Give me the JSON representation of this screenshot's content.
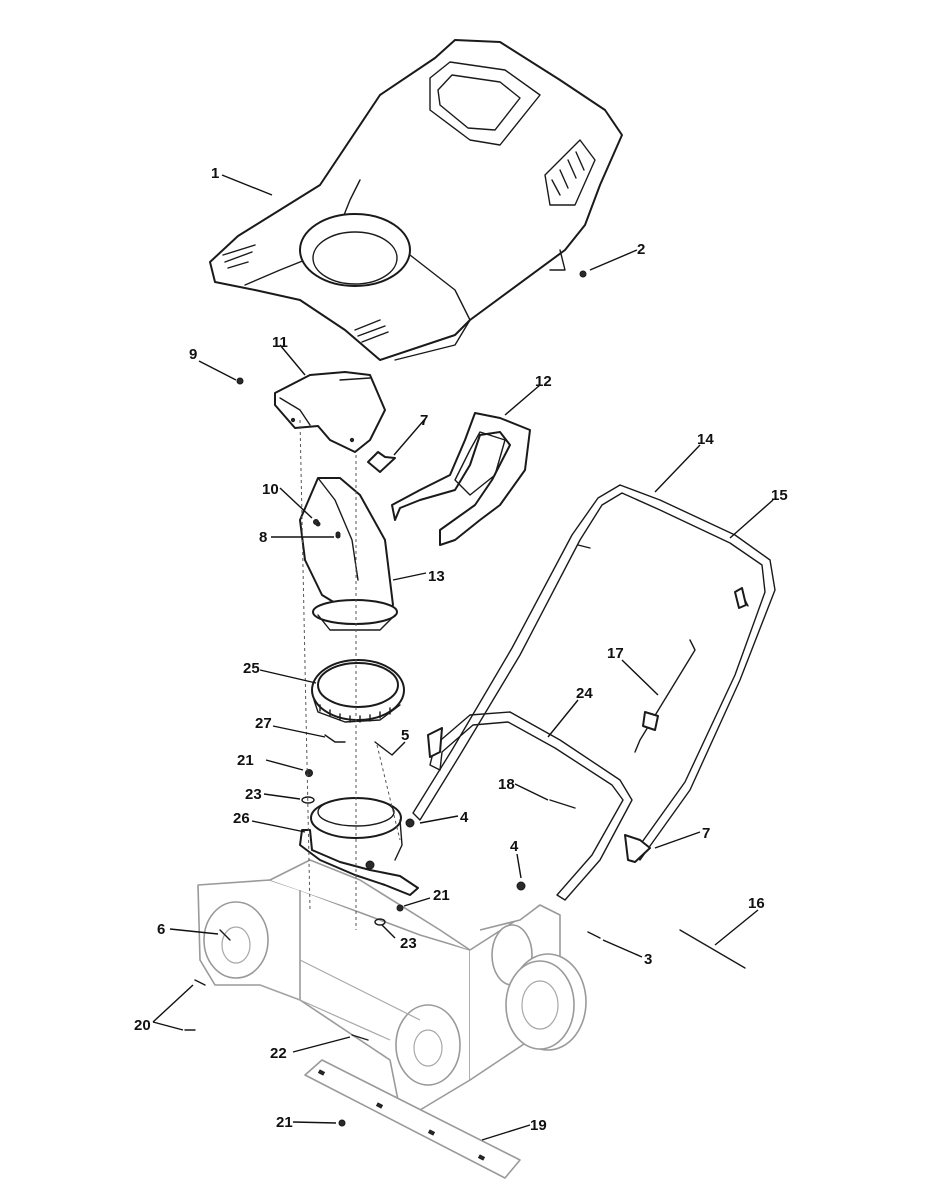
{
  "callouts": {
    "c1": "1",
    "c2": "2",
    "c3": "3",
    "c4a": "4",
    "c4b": "4",
    "c5": "5",
    "c6": "6",
    "c7a": "7",
    "c7b": "7",
    "c8": "8",
    "c9": "9",
    "c10": "10",
    "c11": "11",
    "c12": "12",
    "c13": "13",
    "c14": "14",
    "c15": "15",
    "c16": "16",
    "c17": "17",
    "c18": "18",
    "c19": "19",
    "c20": "20",
    "c21a": "21",
    "c21b": "21",
    "c21c": "21",
    "c22": "22",
    "c23a": "23",
    "c23b": "23",
    "c24": "24",
    "c25": "25",
    "c26": "26",
    "c27": "27"
  }
}
